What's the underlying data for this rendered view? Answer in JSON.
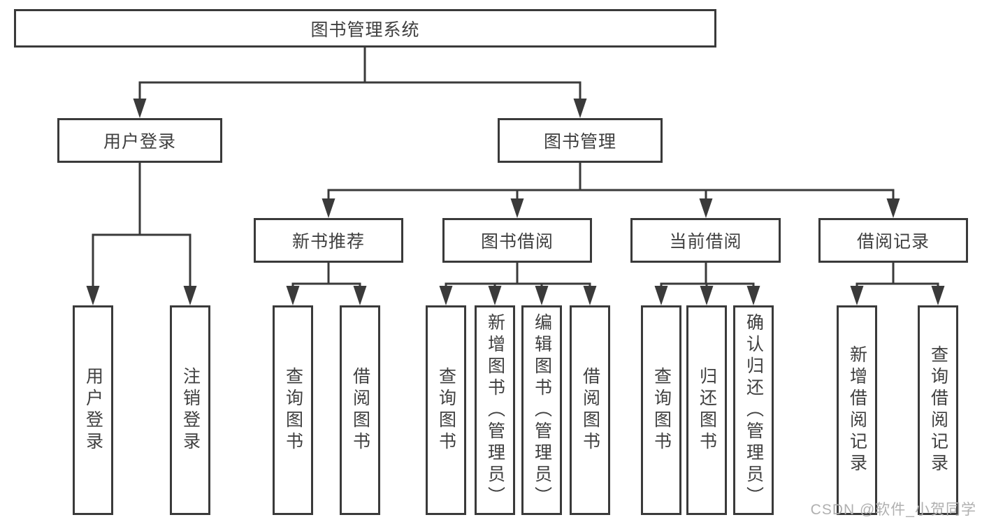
{
  "colors": {
    "line": "#3a3a3a",
    "text": "#3f3f3f",
    "box_background": "#ffffff",
    "watermark": "#b0b0b0"
  },
  "tree": {
    "root": "图书管理系统",
    "branches": [
      {
        "label": "用户登录",
        "children": [
          "用户登录",
          "注销登录"
        ]
      },
      {
        "label": "图书管理",
        "sections": [
          {
            "label": "新书推荐",
            "children": [
              "查询图书",
              "借阅图书"
            ]
          },
          {
            "label": "图书借阅",
            "children": [
              "查询图书",
              "新增图书（管理员）",
              "编辑图书（管理员）",
              "借阅图书"
            ]
          },
          {
            "label": "当前借阅",
            "children": [
              "查询图书",
              "归还图书",
              "确认归还（管理员）"
            ]
          },
          {
            "label": "借阅记录",
            "children": [
              "新增借阅记录",
              "查询借阅记录"
            ]
          }
        ]
      }
    ]
  },
  "watermark": "CSDN @软件_小贺同学"
}
